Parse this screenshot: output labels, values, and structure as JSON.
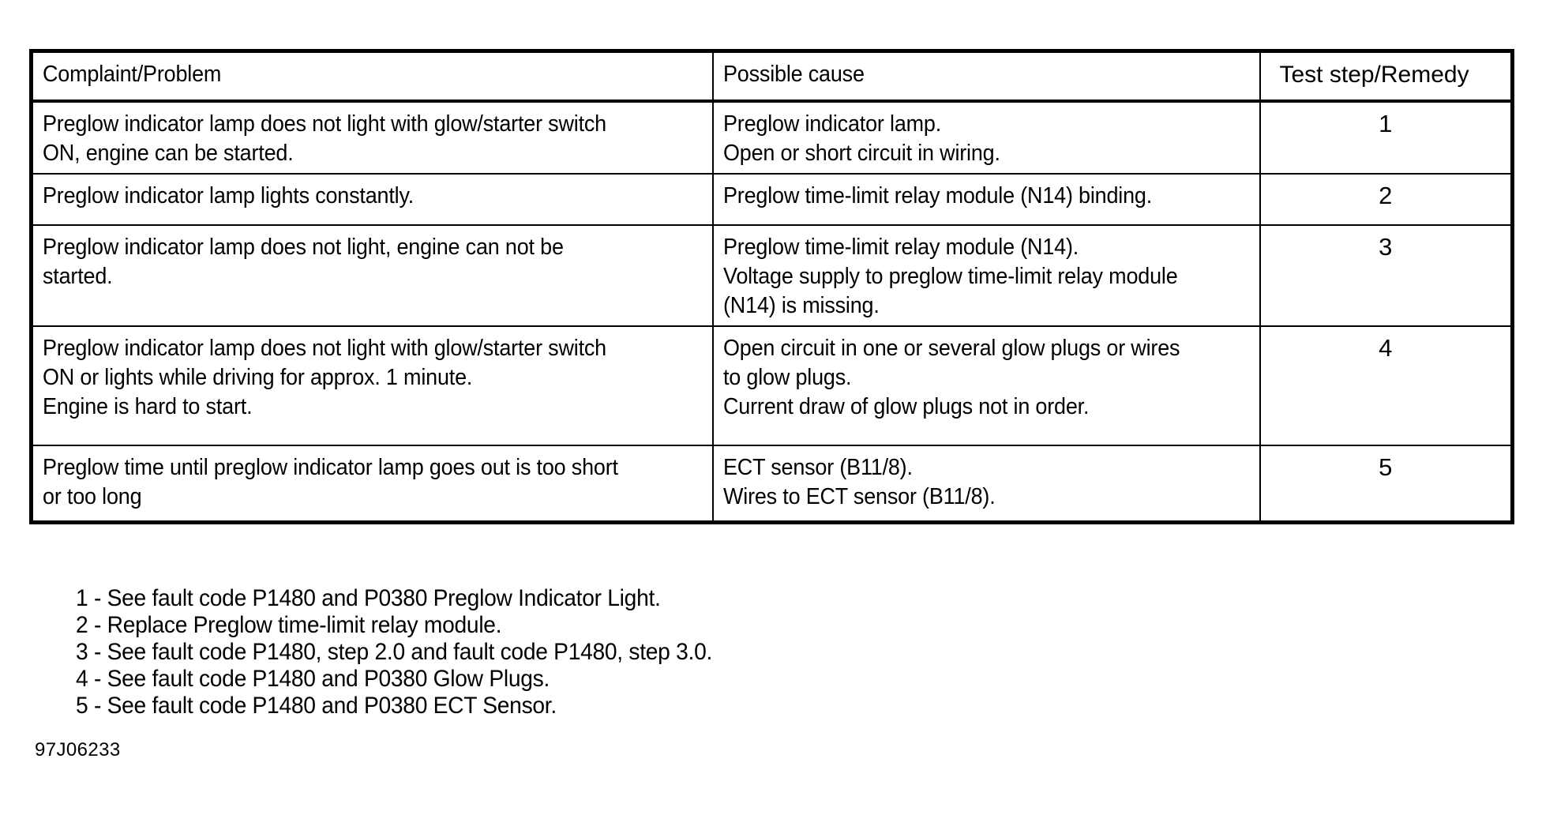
{
  "document": {
    "figure_id": "97J06233"
  },
  "table": {
    "columns": [
      {
        "key": "complaint",
        "header": "Complaint/Problem"
      },
      {
        "key": "cause",
        "header": "Possible cause"
      },
      {
        "key": "remedy",
        "header": "Test step/Remedy"
      }
    ],
    "rows": [
      {
        "complaint": "Preglow indicator lamp does not light with glow/starter switch\nON, engine can be started.",
        "cause": "Preglow indicator lamp.\nOpen or short circuit in wiring.",
        "remedy": "1"
      },
      {
        "complaint": "Preglow indicator lamp lights constantly.",
        "cause": "Preglow time-limit relay module (N14) binding.",
        "remedy": "2"
      },
      {
        "complaint": "Preglow indicator lamp does not light, engine can not be\nstarted.",
        "cause": "Preglow time-limit relay module (N14).\nVoltage supply to preglow time-limit relay module\n(N14) is missing.",
        "remedy": "3"
      },
      {
        "complaint": "Preglow indicator lamp does not light with glow/starter switch\nON or lights while driving for approx. 1 minute.\nEngine is hard to start.",
        "cause": "Open circuit in one or several glow plugs or wires\nto glow plugs.\nCurrent draw of glow plugs not in order.",
        "remedy": "4"
      },
      {
        "complaint": "Preglow time until preglow indicator lamp goes out is too short\nor too long",
        "cause": "ECT sensor (B11/8).\nWires to ECT sensor (B11/8).",
        "remedy": "5"
      }
    ]
  },
  "footnotes": [
    "1 - See fault code P1480 and P0380 Preglow Indicator Light.",
    "2 - Replace Preglow time-limit relay module.",
    "3 - See fault code P1480, step 2.0 and fault code P1480, step 3.0.",
    "4 - See fault code P1480 and P0380 Glow Plugs.",
    "5 - See fault code P1480 and P0380 ECT Sensor."
  ],
  "colors": {
    "ink": "#000000",
    "paper": "#ffffff"
  }
}
